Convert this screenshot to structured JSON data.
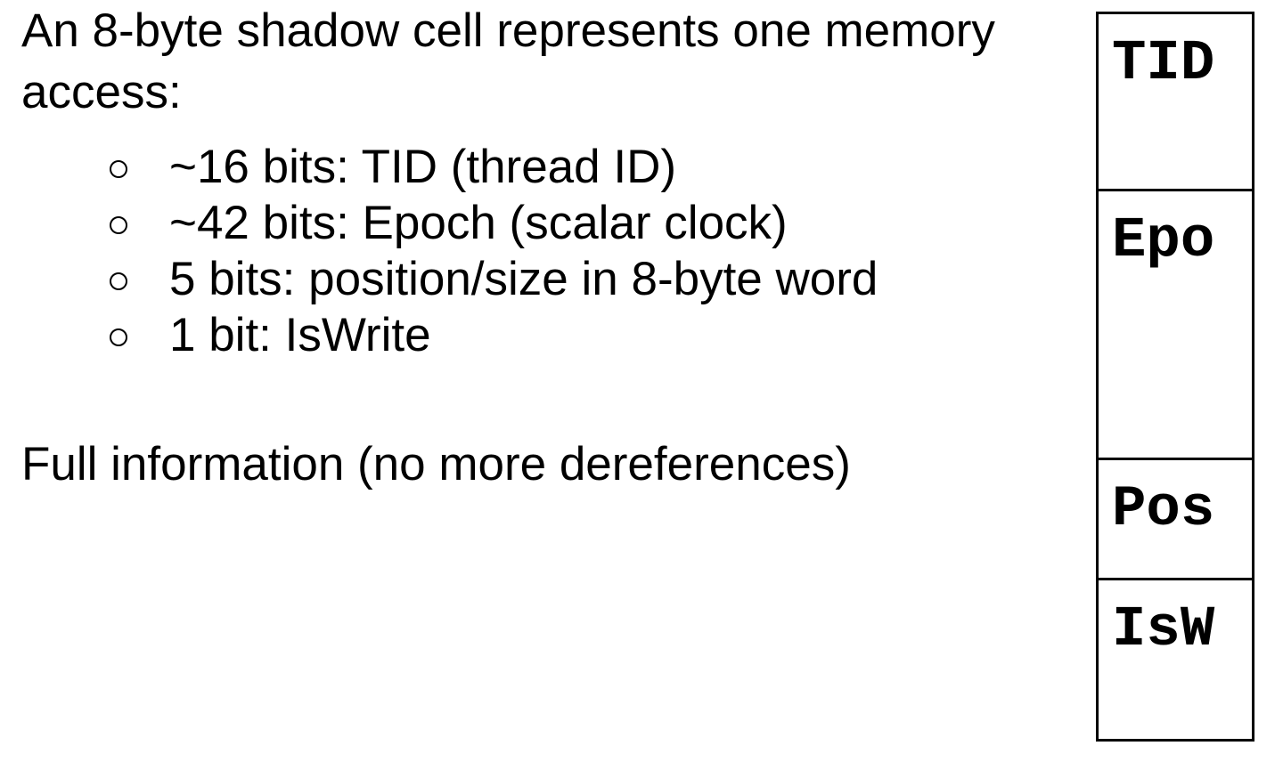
{
  "slide": {
    "background_color": "#ffffff",
    "text_color": "#000000"
  },
  "main": {
    "intro_text": "An 8-byte shadow cell represents one memory access:",
    "bullets": [
      "~16 bits: TID (thread ID)",
      "~42 bits: Epoch (scalar clock)",
      "5 bits: position/size in 8-byte word",
      "1 bit: IsWrite"
    ],
    "footnote": "Full information (no more dereferences)"
  },
  "diagram": {
    "border_color": "#000000",
    "cells": [
      {
        "label": "TID"
      },
      {
        "label": "Epo"
      },
      {
        "label": "Pos"
      },
      {
        "label": "IsW"
      }
    ]
  }
}
